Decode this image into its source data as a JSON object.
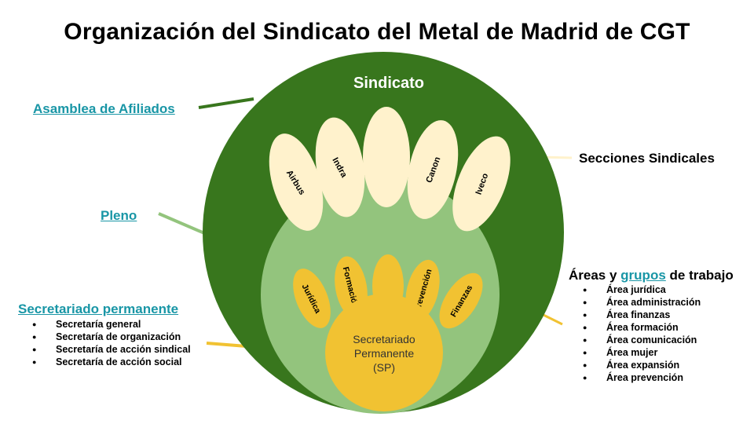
{
  "title": "Organización del Sindicato del Metal de Madrid de CGT",
  "colors": {
    "outer_green": "#38761d",
    "inner_green": "#93c47d",
    "cream": "#fff2cc",
    "gold": "#f1c232",
    "link": "#1996a6"
  },
  "sindicato": {
    "label": "Sindicato"
  },
  "secciones": {
    "petals": [
      "Airbus",
      "Indra",
      "",
      "Canon",
      "Iveco"
    ]
  },
  "areas": {
    "petals": [
      "Jurídica",
      "Formación",
      "",
      "Prevención",
      "Finanzas"
    ]
  },
  "sp": {
    "line1": "Secretariado",
    "line2": "Permanente",
    "line3": "(SP)"
  },
  "labels": {
    "asamblea": "Asamblea de Afiliados",
    "pleno": "Pleno",
    "secciones_sindicales": "Secciones Sindicales",
    "secretariado_permanente": "Secretariado permanente"
  },
  "areas_grupos": {
    "prefix": "Áreas y ",
    "highlight": "grupos",
    "suffix": " de trabajo",
    "items": [
      "Área jurídica",
      "Área administración",
      "Área finanzas",
      "Área formación",
      "Área comunicación",
      "Área mujer",
      "Área expansión",
      "Área prevención"
    ]
  },
  "secretariado_items": [
    "Secretaría general",
    "Secretaría de organización",
    "Secretaría de acción sindical",
    "Secretaría de acción social"
  ]
}
